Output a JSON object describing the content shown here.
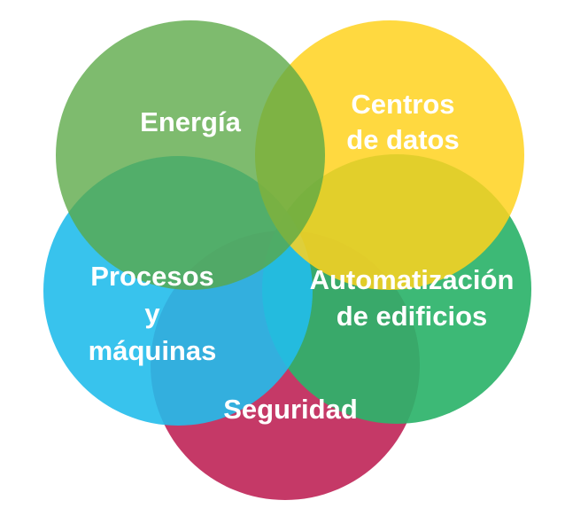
{
  "diagram": {
    "sets": [
      {
        "id": "seguridad",
        "lines": [
          "Seguridad"
        ],
        "color": "#c0285a"
      },
      {
        "id": "automatizacion",
        "lines": [
          "Automatización",
          "de edificios"
        ],
        "color": "#2db36a"
      },
      {
        "id": "procesos",
        "lines": [
          "Procesos",
          "y",
          "máquinas"
        ],
        "color": "#22bdeb"
      },
      {
        "id": "centros",
        "lines": [
          "Centros",
          "de datos"
        ],
        "color": "#ffd21f"
      },
      {
        "id": "energia",
        "lines": [
          "Energía"
        ],
        "color": "#5aa845"
      }
    ]
  }
}
